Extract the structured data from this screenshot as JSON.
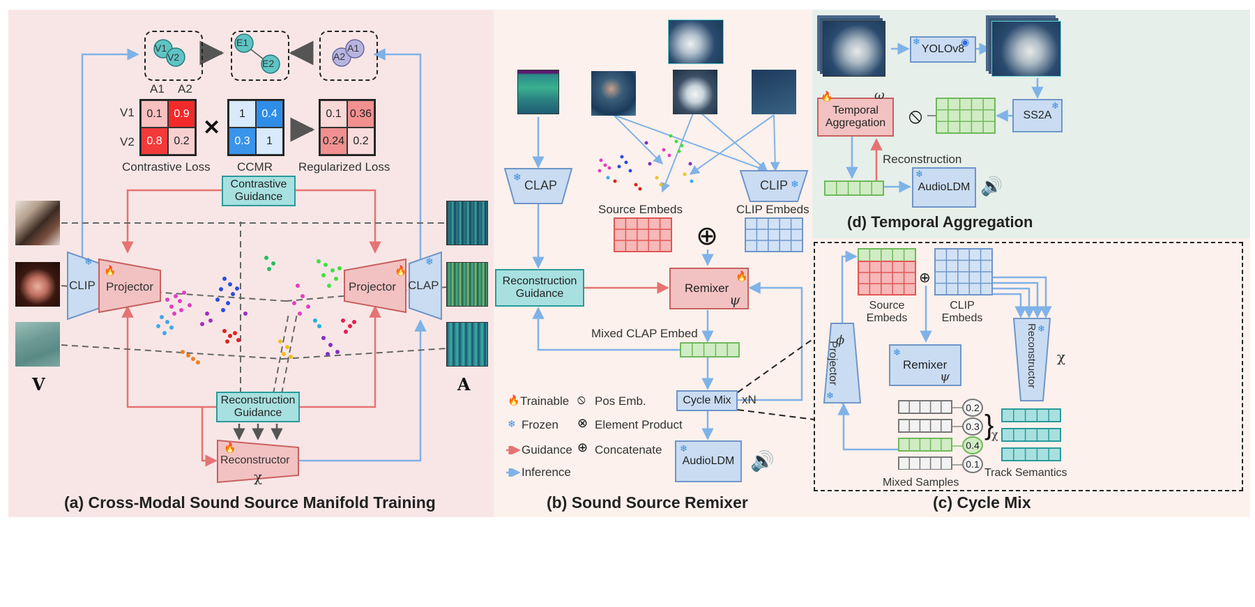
{
  "panel_a": {
    "caption": "(a) Cross-Modal Sound Source Manifold Training",
    "v_label": "V",
    "a_label": "A",
    "clip_label": "CLIP",
    "clap_label": "CLAP",
    "projector_left": "Projector",
    "projector_right": "Projector",
    "reconstructor": "Reconstructor",
    "chi": "χ",
    "contrastive_guidance": "Contrastive Guidance",
    "reconstruction_guidance": "Reconstruction Guidance",
    "circle_v1": "V1",
    "circle_v2": "V2",
    "circle_e1": "E1",
    "circle_e2": "E2",
    "circle_a1": "A1",
    "circle_a2": "A2",
    "col_a1": "A1",
    "col_a2": "A2",
    "row_v1": "V1",
    "row_v2": "V2",
    "contrastive_matrix": [
      "0.1",
      "0.9",
      "0.8",
      "0.2"
    ],
    "ccmr_matrix": [
      "1",
      "0.4",
      "0.3",
      "1"
    ],
    "regularized_matrix": [
      "0.1",
      "0.36",
      "0.24",
      "0.2"
    ],
    "times_symbol": "✕",
    "contrastive_loss": "Contrastive Loss",
    "ccmr": "CCMR",
    "regularized_loss": "Regularized Loss"
  },
  "panel_b": {
    "caption": "(b) Sound Source Remixer",
    "clap_label": "CLAP",
    "clip_label": "CLIP",
    "source_embeds": "Source Embeds",
    "clip_embeds": "CLIP Embeds",
    "reconstruction_guidance": "Reconstruction Guidance",
    "remixer": "Remixer",
    "psi": "ψ",
    "mixed_clap_embed": "Mixed CLAP Embed",
    "cycle_mix": "Cycle Mix",
    "xn": "xN",
    "audioldm": "AudioLDM",
    "legend": {
      "trainable": "Trainable",
      "frozen": "Frozen",
      "guidance": "Guidance",
      "inference": "Inference",
      "pos_emb": "Pos Emb.",
      "element_product": "Element Product",
      "concatenate": "Concatenate"
    }
  },
  "panel_c": {
    "caption": "(c) Cycle Mix",
    "source_embeds": "Source Embeds",
    "clip_embeds": "CLIP Embeds",
    "remixer": "Remixer",
    "psi": "ψ",
    "projector": "Projector",
    "phi": "ϕ",
    "reconstructor": "Reconstructor",
    "chi": "χ",
    "weights": [
      "0.2",
      "0.3",
      "0.4",
      "0.1"
    ],
    "mixed_samples": "Mixed Samples",
    "track_semantics": "Track Semantics"
  },
  "panel_d": {
    "caption": "(d) Temporal Aggregation",
    "yolo": "YOLOv8",
    "ss2a": "SS2A",
    "temporal_aggregation": "Temporal Aggregation",
    "omega": "ω",
    "reconstruction": "Reconstruction",
    "audioldm": "AudioLDM"
  },
  "colors": {
    "panel_a_bg": "#f8e6e6",
    "panel_b_bg": "#fcf1ec",
    "panel_d_bg": "#e6efe9",
    "guidance": "#e57373",
    "inference": "#7fb2e8",
    "teal": "#a8e0e0",
    "pink": "#f2c2c2",
    "blue": "#c9dcf2"
  },
  "icons": [
    "flame-icon",
    "snowflake-icon",
    "speaker-icon",
    "eye-icon",
    "pos-emb-icon",
    "element-product-icon",
    "concatenate-icon"
  ]
}
